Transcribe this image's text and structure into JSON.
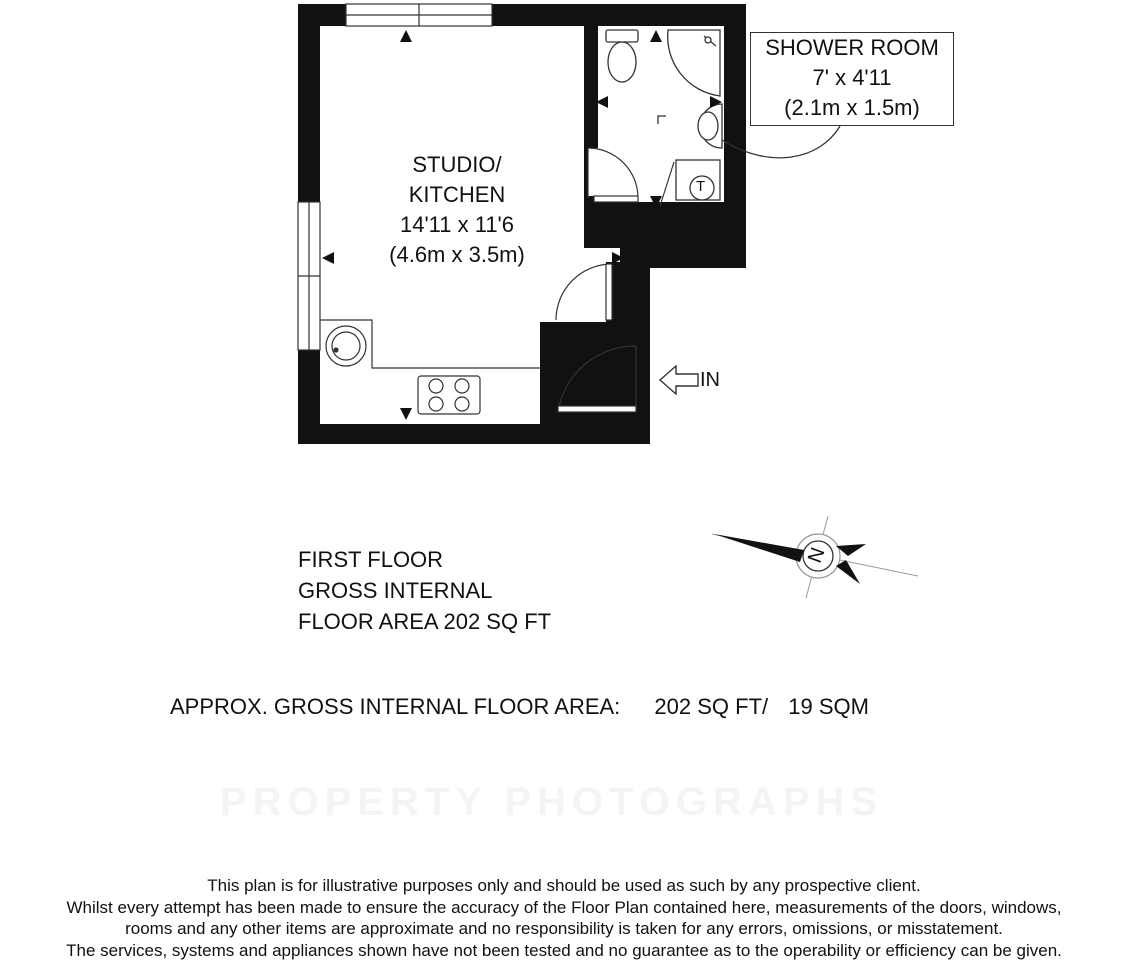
{
  "rooms": {
    "studio": {
      "line1": "STUDIO/",
      "line2": "KITCHEN",
      "dims_imperial": "14'11 x 11'6",
      "dims_metric": "(4.6m x 3.5m)"
    },
    "shower": {
      "line1": "SHOWER ROOM",
      "dims_imperial": "7' x 4'11",
      "dims_metric": "(2.1m x 1.5m)"
    }
  },
  "entrance_label": "IN",
  "fixtures": {
    "tank_symbol": "T",
    "compass_letter": "N"
  },
  "floor_summary": {
    "line1": "FIRST FLOOR",
    "line2": "GROSS INTERNAL",
    "line3": "FLOOR AREA 202 SQ FT"
  },
  "total_area": {
    "label": "APPROX. GROSS INTERNAL FLOOR AREA:",
    "sq_ft": "202 SQ FT/",
    "sqm": "19 SQM"
  },
  "watermark": "PROPERTY PHOTOGRAPHS",
  "disclaimer": {
    "line1": "This plan is for illustrative purposes only and should be used as such by any prospective client.",
    "line2": "Whilst every attempt has been made to ensure the accuracy of the Floor Plan contained here, measurements of the doors, windows,",
    "line3": "rooms and any other items are approximate and no responsibility is taken for any errors, omissions, or misstatement.",
    "line4": "The services, systems and appliances shown have not been tested and no guarantee as to the operability or efficiency can be given."
  },
  "colors": {
    "wall": "#111111",
    "line": "#333333",
    "background": "#ffffff"
  }
}
